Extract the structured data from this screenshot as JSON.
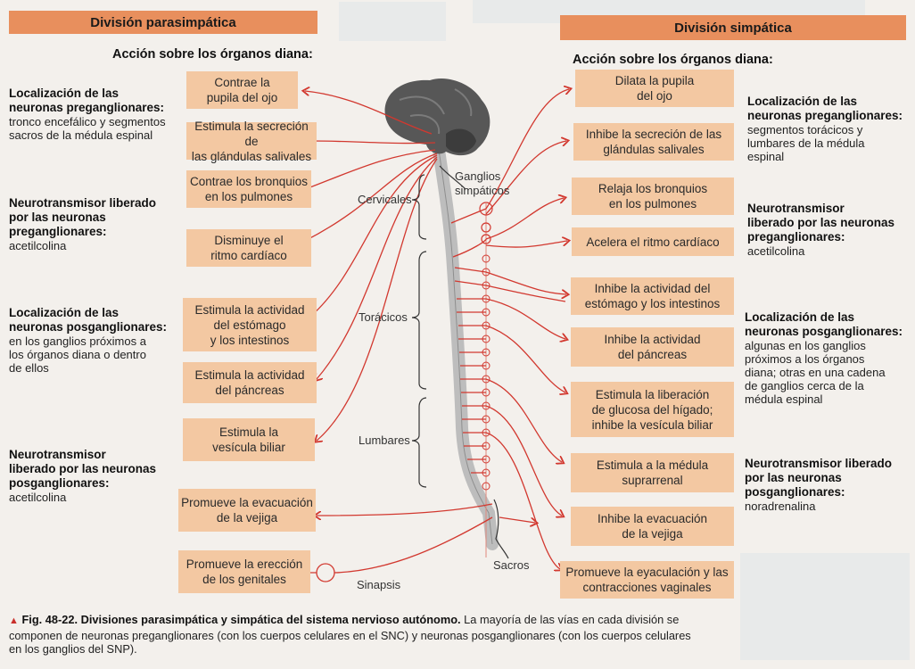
{
  "figure": {
    "para": {
      "header": "División parasimpática",
      "accion": "Acción sobre los órganos diana:",
      "organs": [
        "Contrae la\npupila del ojo",
        "Estimula la secreción de\nlas glándulas salivales",
        "Contrae los bronquios\nen los pulmones",
        "Disminuye el\nritmo cardíaco",
        "Estimula la actividad\ndel estómago\ny los intestinos",
        "Estimula la actividad\ndel páncreas",
        "Estimula la\nvesícula biliar",
        "Promueve la evacuación\nde la vejiga",
        "Promueve la erección\nde los genitales"
      ],
      "side": [
        {
          "title": "Localización de las\nneuronas preganglionares:",
          "text": "tronco encefálico y segmentos\nsacros de la médula espinal"
        },
        {
          "title": "Neurotransmisor liberado\npor las neuronas\npreganglionares:",
          "text": "acetilcolina"
        },
        {
          "title": "Localización de las\nneuronas posganglionares:",
          "text": "en los ganglios próximos a\nlos órganos diana o dentro\nde ellos"
        },
        {
          "title": "Neurotransmisor\nliberado por las neuronas\nposganglionares:",
          "text": "acetilcolina"
        }
      ]
    },
    "simp": {
      "header": "División simpática",
      "accion": "Acción sobre los órganos diana:",
      "organs": [
        "Dilata la pupila\ndel ojo",
        "Inhibe la secreción de las\nglándulas salivales",
        "Relaja los bronquios\nen los pulmones",
        "Acelera el ritmo cardíaco",
        "Inhibe la actividad del\nestómago y los intestinos",
        "Inhibe la actividad\ndel páncreas",
        "Estimula la liberación\nde glucosa del hígado;\ninhibe la vesícula biliar",
        "Estimula a la médula\nsuprarrenal",
        "Inhibe la evacuación\nde la vejiga",
        "Promueve la eyaculación y las\ncontracciones vaginales"
      ],
      "side": [
        {
          "title": "Localización de las\nneuronas preganglionares:",
          "text": "segmentos torácicos y\nlumbares de la médula\nespinal"
        },
        {
          "title": "Neurotransmisor\nliberado por las neuronas\npreganglionares:",
          "text": "acetilcolina"
        },
        {
          "title": "Localización de las\nneuronas posganglionares:",
          "text": "algunas en los ganglios\npróximos a los órganos\ndiana; otras en una cadena\nde ganglios cerca de la\nmédula espinal"
        },
        {
          "title": "Neurotransmisor liberado\npor las neuronas\nposganglionares:",
          "text": "noradrenalina"
        }
      ]
    },
    "labels": {
      "ganglios": "Ganglios\nsimpáticos",
      "cervicales": "Cervicales",
      "toracicos": "Torácicos",
      "lumbares": "Lumbares",
      "sacros": "Sacros",
      "sinapsis": "Sinapsis"
    },
    "caption": {
      "marker": "▲",
      "title": "Fig. 48-22. Divisiones parasimpática y simpática del sistema nervioso autónomo.",
      "body": "La mayoría de las vías en cada división se componen de neuronas preganglionares (con los cuerpos celulares en el SNC) y neuronas posganglionares (con los cuerpos celulares en los ganglios del SNP)."
    },
    "colors": {
      "nerve": "#d2382f",
      "box": "#f3c8a2",
      "header": "#e88f5d",
      "spine": "#b9b9b9",
      "brain": "#575757"
    }
  }
}
